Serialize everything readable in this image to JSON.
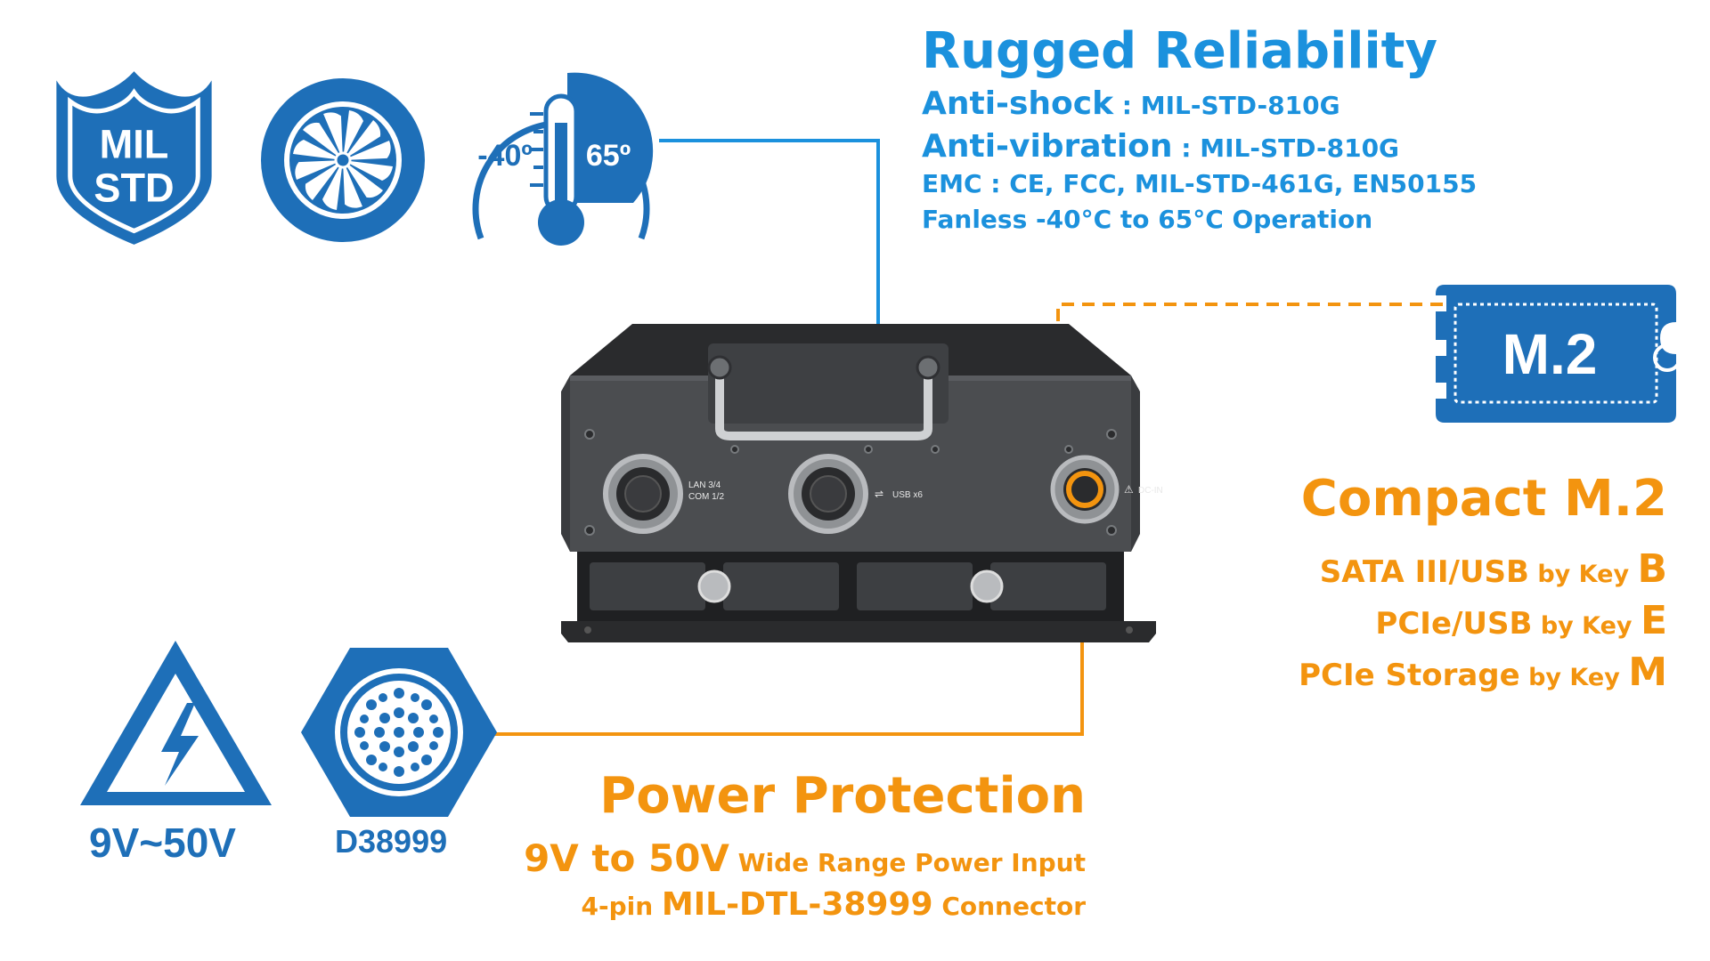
{
  "rugged": {
    "title": "Rugged Reliability",
    "line1_main": "Anti-shock",
    "line1_detail": " : MIL-STD-810G",
    "line2_main": "Anti-vibration",
    "line2_detail": " : MIL-STD-810G",
    "line3": "EMC : CE, FCC, MIL-STD-461G, EN50155",
    "line4": "Fanless -40°C to 65°C Operation"
  },
  "compact": {
    "title": "Compact M.2",
    "rows": [
      {
        "main": "SATA III/USB",
        "by": " by Key ",
        "key": "B"
      },
      {
        "main": "PCIe/USB",
        "by": " by Key ",
        "key": "E"
      },
      {
        "main": "PCIe Storage",
        "by": " by Key ",
        "key": "M"
      }
    ]
  },
  "power": {
    "title": "Power Protection",
    "line1_main": "9V to 50V",
    "line1_detail": " Wide Range Power Input",
    "line2_pre": "4-pin ",
    "line2_main": "MIL-DTL-38999",
    "line2_post": " Connector"
  },
  "icons": {
    "mil_line1": "MIL",
    "mil_line2": "STD",
    "temp_low": "-40º",
    "temp_high": "65º",
    "m2_label": "M.2",
    "voltage_label": "9V~50V",
    "connector_label": "D38999"
  },
  "device": {
    "port1_line1": "LAN 3/4",
    "port1_line2": "COM 1/2",
    "port2_label": "USB x6",
    "port3_label": "DC-IN"
  },
  "colors": {
    "blue": "#1b91dd",
    "icon_blue": "#1e6fb8",
    "orange": "#f3940f"
  }
}
